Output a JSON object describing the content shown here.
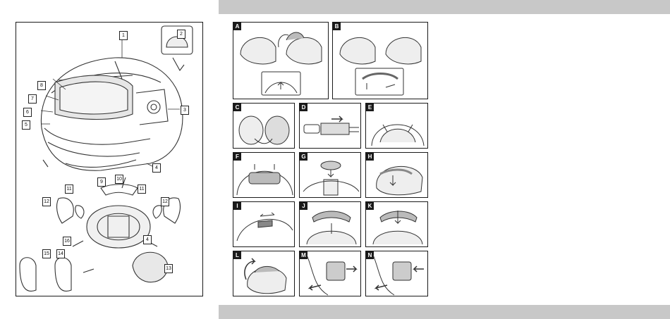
{
  "main_figure": {
    "labels": [
      "1",
      "2",
      "3",
      "4",
      "5",
      "6",
      "7",
      "8",
      "9",
      "10",
      "11",
      "11",
      "12",
      "12",
      "4",
      "16",
      "15",
      "14",
      "13"
    ]
  },
  "panels": [
    {
      "letter": "A"
    },
    {
      "letter": "B"
    },
    {
      "letter": "C"
    },
    {
      "letter": "D"
    },
    {
      "letter": "E"
    },
    {
      "letter": "F"
    },
    {
      "letter": "G"
    },
    {
      "letter": "H"
    },
    {
      "letter": "I"
    },
    {
      "letter": "J"
    },
    {
      "letter": "K"
    },
    {
      "letter": "L"
    },
    {
      "letter": "M"
    },
    {
      "letter": "N"
    }
  ]
}
